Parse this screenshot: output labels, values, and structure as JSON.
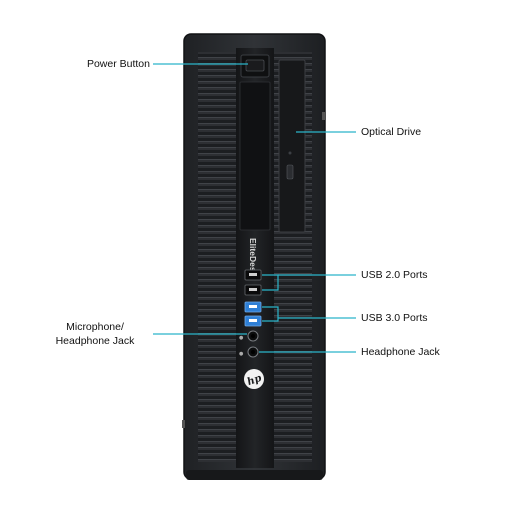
{
  "callouts": {
    "power_button": "Power Button",
    "optical_drive": "Optical Drive",
    "usb2": "USB 2.0 Ports",
    "usb3": "USB 3.0 Ports",
    "mic_line1": "Microphone/",
    "mic_line2": "Headphone Jack",
    "headphone": "Headphone Jack"
  },
  "device": {
    "model_text": "EliteDesk",
    "brand_logo": "hp-logo"
  },
  "colors": {
    "callout_line": "#2bb5c9",
    "chassis": "#2a2c2f",
    "usb3_blue": "#2e7fd6"
  }
}
